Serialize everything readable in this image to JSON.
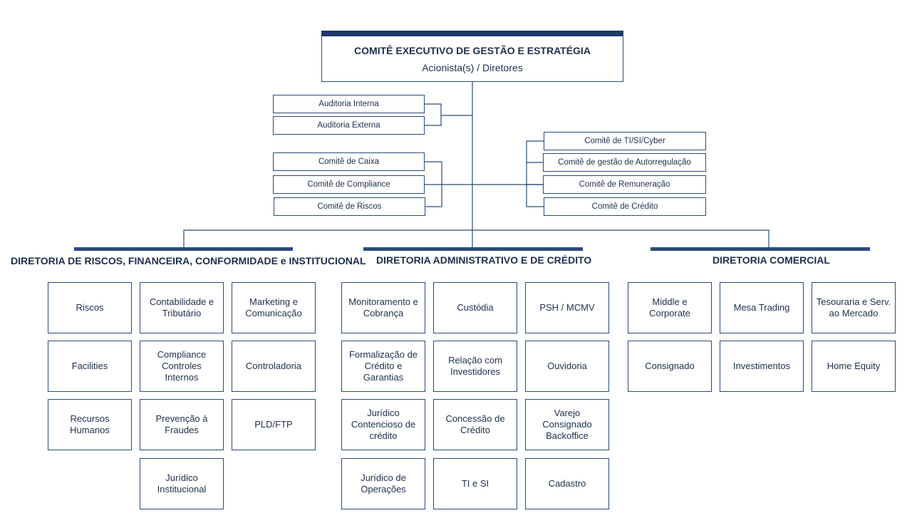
{
  "top": {
    "title": "COMITÊ EXECUTIVO DE GESTÃO E ESTRATÉGIA",
    "subtitle": "Acionista(s) / Diretores"
  },
  "left_committees": [
    "Auditoria Interna",
    "Auditoria Externa",
    "Comitê de Caixa",
    "Comitê de Compliance",
    "Comitê de Riscos"
  ],
  "right_committees": [
    "Comitê de TI/SI/Cyber",
    "Comitê de gestão de Autorregulação",
    "Comitê de Remuneração",
    "Comitê de Crédito"
  ],
  "directorates": [
    {
      "title": "DIRETORIA DE RISCOS, FINANCEIRA, CONFORMIDADE e INSTITUCIONAL",
      "units": [
        "Riscos",
        "Contabilidade e\nTributário",
        "Marketing e\nComunicação",
        "Facilities",
        "Compliance\nControles\nInternos",
        "Controladoria",
        "Recursos\nHumanos",
        "Prevenção à\nFraudes",
        "PLD/FTP",
        "Jurídico\nInstitucional"
      ]
    },
    {
      "title": "DIRETORIA ADMINISTRATIVO E DE CRÉDITO",
      "units": [
        "Monitoramento e\nCobrança",
        "Custódia",
        "PSH / MCMV",
        "Formalização de\nCrédito e\nGarantias",
        "Relação com\nInvestidores",
        "Ouvidoria",
        "Jurídico\nContencioso de\ncrédito",
        "Concessão de\nCrédito",
        "Varejo\nConsignado\nBackoffice",
        "Jurídico de\nOperações",
        "TI e SI",
        "Cadastro"
      ]
    },
    {
      "title": "DIRETORIA COMERCIAL",
      "units": [
        "Middle e\nCorporate",
        "Mesa Trading",
        "Tesouraria e Serv.\nao Mercado",
        "Consignado",
        "Investimentos",
        "Home Equity"
      ]
    }
  ]
}
